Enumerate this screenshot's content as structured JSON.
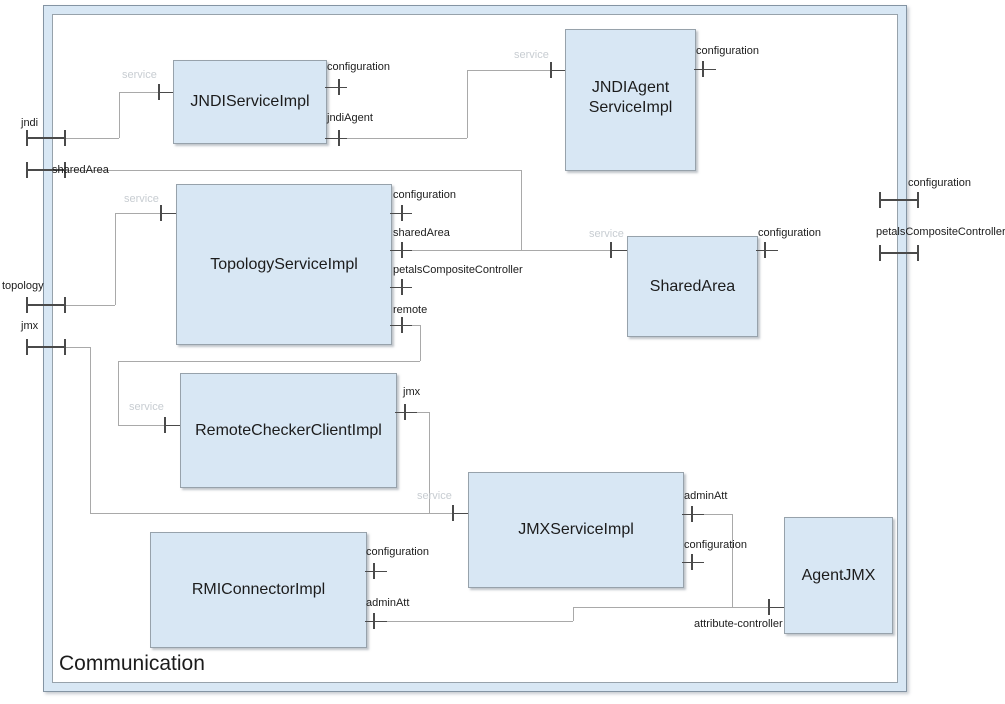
{
  "diagram": {
    "title": "Communication"
  },
  "components": {
    "jndi_service_impl": {
      "label": "JNDIServiceImpl",
      "ports": {
        "service": "service",
        "configuration": "configuration",
        "jndi_agent": "jndiAgent"
      }
    },
    "jndi_agent_service_impl": {
      "label": "JNDIAgent ServiceImpl",
      "ports": {
        "service": "service",
        "configuration": "configuration"
      }
    },
    "topology_service_impl": {
      "label": "TopologyServiceImpl",
      "ports": {
        "service": "service",
        "configuration": "configuration",
        "shared_area": "sharedArea",
        "petals_composite_controller": "petalsCompositeController",
        "remote": "remote"
      }
    },
    "shared_area": {
      "label": "SharedArea",
      "ports": {
        "service": "service",
        "configuration": "configuration"
      }
    },
    "remote_checker_client_impl": {
      "label": "RemoteCheckerClientImpl",
      "ports": {
        "service": "service",
        "jmx": "jmx"
      }
    },
    "jmx_service_impl": {
      "label": "JMXServiceImpl",
      "ports": {
        "service": "service",
        "admin_att": "adminAtt",
        "configuration": "configuration"
      }
    },
    "rmi_connector_impl": {
      "label": "RMIConnectorImpl",
      "ports": {
        "configuration": "configuration",
        "admin_att": "adminAtt"
      }
    },
    "agent_jmx": {
      "label": "AgentJMX",
      "ports": {
        "attribute_controller": "attribute-controller"
      }
    }
  },
  "external_ports": {
    "jndi": "jndi",
    "shared_area": "sharedArea",
    "topology": "topology",
    "jmx": "jmx",
    "configuration": "configuration",
    "petals_composite_controller": "petalsCompositeController"
  },
  "colors": {
    "component_fill": "#d8e7f4",
    "boundary_fill": "#d8e7f4",
    "border": "#97a2ab",
    "wire": "#a9a9a9",
    "port": "#4a4a4a",
    "service_label": "#c8cdd2",
    "text": "#1c1c1c"
  }
}
